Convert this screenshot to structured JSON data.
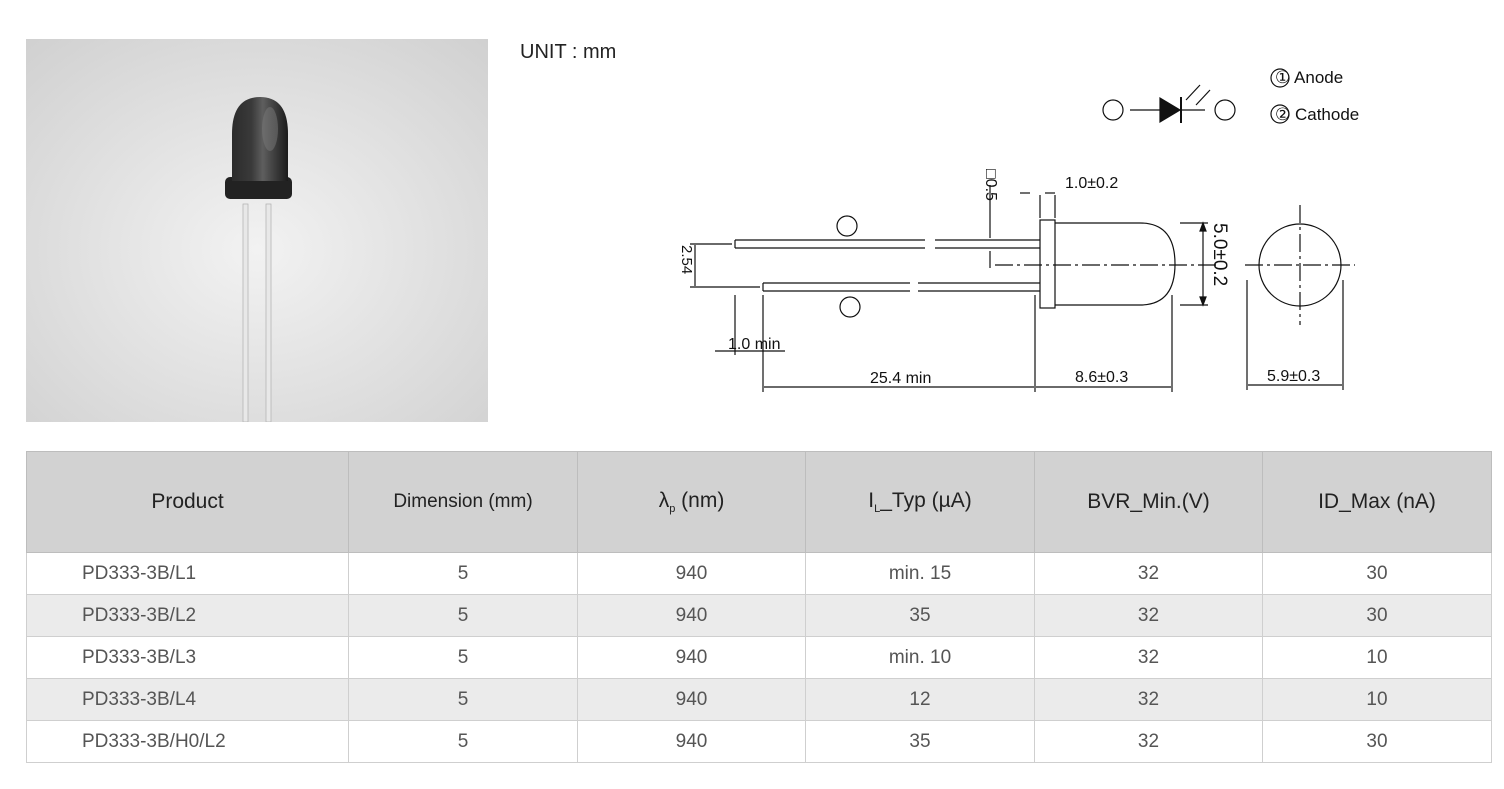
{
  "unit_label": "UNIT : mm",
  "pin_legend": {
    "pin1": "① Anode",
    "pin2": "② Cathode",
    "pin1_mark": "①",
    "pin2_mark": "②"
  },
  "dimensions": {
    "lead_square": "□0.5",
    "flange": "1.0±0.2",
    "diameter": "5.0±0.2",
    "pitch": "2.54",
    "lead_min": "1.0 min",
    "lead_length": "25.4 min",
    "body_length": "8.6±0.3",
    "flange_width": "5.9±0.3"
  },
  "table": {
    "headers": {
      "product": "Product",
      "dimension": "Dimension (mm)",
      "wavelength_main": "λ",
      "wavelength_sub": "p",
      "wavelength_unit": " (nm)",
      "il_main": "I",
      "il_sub": "L",
      "il_rest": "_Typ (µA)",
      "bvr": "BVR_Min.(V)",
      "id": "ID_Max (nA)"
    },
    "rows": [
      {
        "product": "PD333-3B/L1",
        "dimension": "5",
        "wavelength": "940",
        "il": "min. 15",
        "bvr": "32",
        "id": "30"
      },
      {
        "product": "PD333-3B/L2",
        "dimension": "5",
        "wavelength": "940",
        "il": "35",
        "bvr": "32",
        "id": "30"
      },
      {
        "product": "PD333-3B/L3",
        "dimension": "5",
        "wavelength": "940",
        "il": "min. 10",
        "bvr": "32",
        "id": "10"
      },
      {
        "product": "PD333-3B/L4",
        "dimension": "5",
        "wavelength": "940",
        "il": "12",
        "bvr": "32",
        "id": "10"
      },
      {
        "product": "PD333-3B/H0/L2",
        "dimension": "5",
        "wavelength": "940",
        "il": "35",
        "bvr": "32",
        "id": "30"
      }
    ]
  }
}
